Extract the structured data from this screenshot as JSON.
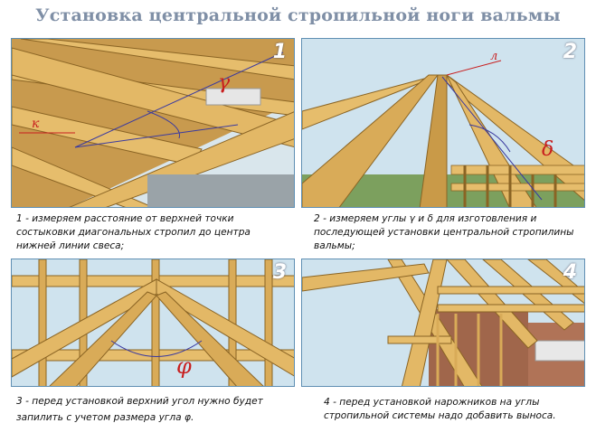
{
  "title": "Установка центральной стропильной ноги вальмы",
  "panels": [
    {
      "number": "1",
      "caption_lines": [
        "1 - измеряем расстояние от верхней точки",
        "состыковки диагональных стропил до центра",
        "нижней линии свеса;"
      ],
      "labels": [
        "к",
        "γ"
      ]
    },
    {
      "number": "2",
      "caption_lines": [
        "2 - измеряем углы γ и δ для изготовления и",
        "последующей установки центральной стропилины",
        "вальмы;"
      ],
      "labels": [
        "л",
        "δ"
      ]
    },
    {
      "number": "3",
      "caption_lines": [
        "3 - перед установкой верхний угол нужно будет",
        "запилить с учетом размера угла φ."
      ],
      "labels": [
        "φ"
      ]
    },
    {
      "number": "4",
      "caption_lines": [
        "4 - перед установкой нарожников на углы",
        "стропильной системы надо добавить выноса."
      ],
      "labels": []
    }
  ],
  "colors": {
    "wood": "#e3b866",
    "wood_edge": "#8a6424",
    "sky": "#cfe3ee",
    "frame": "#5f8fb3",
    "label": "#c81e1e",
    "title": "#7f8fa6"
  }
}
